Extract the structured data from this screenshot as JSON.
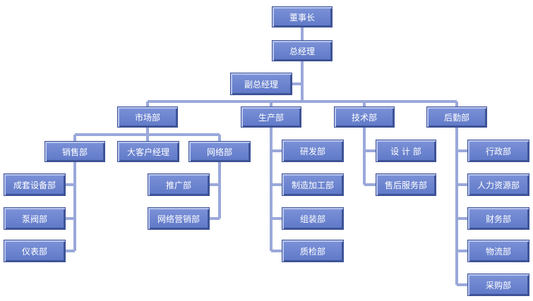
{
  "nodes": {
    "chairman": "董事长",
    "gm": "总经理",
    "deputy_gm": "副总经理",
    "market": "市场部",
    "production": "生产部",
    "tech": "技术部",
    "logistics": "后勤部",
    "sales": "销售部",
    "key_account": "大客户经理",
    "network": "网络部",
    "equipment": "成套设备部",
    "pump_valve": "泵阀部",
    "instrument": "仪表部",
    "promotion": "推广部",
    "online_marketing": "网络营销部",
    "rnd": "研发部",
    "manufacturing": "制造加工部",
    "assembly": "组装部",
    "qc": "质检部",
    "design": "设 计 部",
    "after_sales": "售后服务部",
    "admin": "行政部",
    "hr": "人力资源部",
    "finance": "财务部",
    "logistics_dept": "物流部",
    "purchasing": "采购部"
  },
  "colors": {
    "box_fill": "#6b84cf",
    "box_border": "#3a4f94",
    "connector": "#9aa8da"
  }
}
